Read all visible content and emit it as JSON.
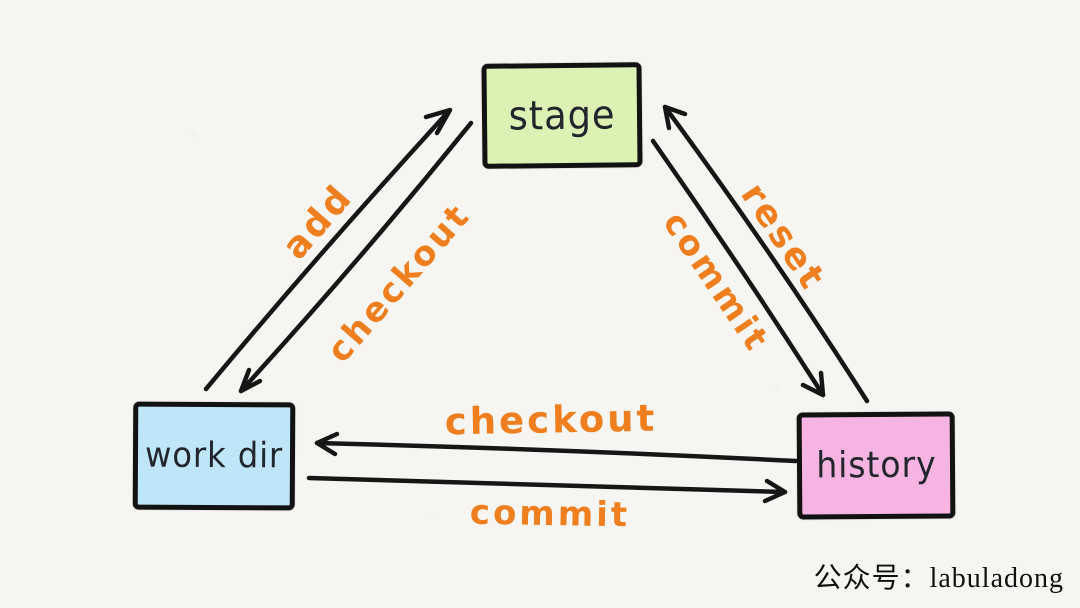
{
  "diagram": {
    "background_color": "#f6f5f1",
    "arrow_color": "#161616",
    "label_color": "#ee7e1e",
    "nodes": {
      "stage": {
        "label": "stage",
        "fill": "#dcf2b4"
      },
      "workdir": {
        "label": "work dir",
        "fill": "#bfe5f8"
      },
      "history": {
        "label": "history",
        "fill": "#f6b4e3"
      }
    },
    "edges": {
      "add": {
        "label": "add",
        "from": "work dir",
        "to": "stage"
      },
      "checkout_stage": {
        "label": "checkout",
        "from": "stage",
        "to": "work dir"
      },
      "commit_stage": {
        "label": "commit",
        "from": "stage",
        "to": "history"
      },
      "reset": {
        "label": "reset",
        "from": "history",
        "to": "stage"
      },
      "checkout_history": {
        "label": "checkout",
        "from": "history",
        "to": "work dir"
      },
      "commit_workdir": {
        "label": "commit",
        "from": "work dir",
        "to": "history"
      }
    }
  },
  "watermark": {
    "text": "公众号：labuladong"
  }
}
